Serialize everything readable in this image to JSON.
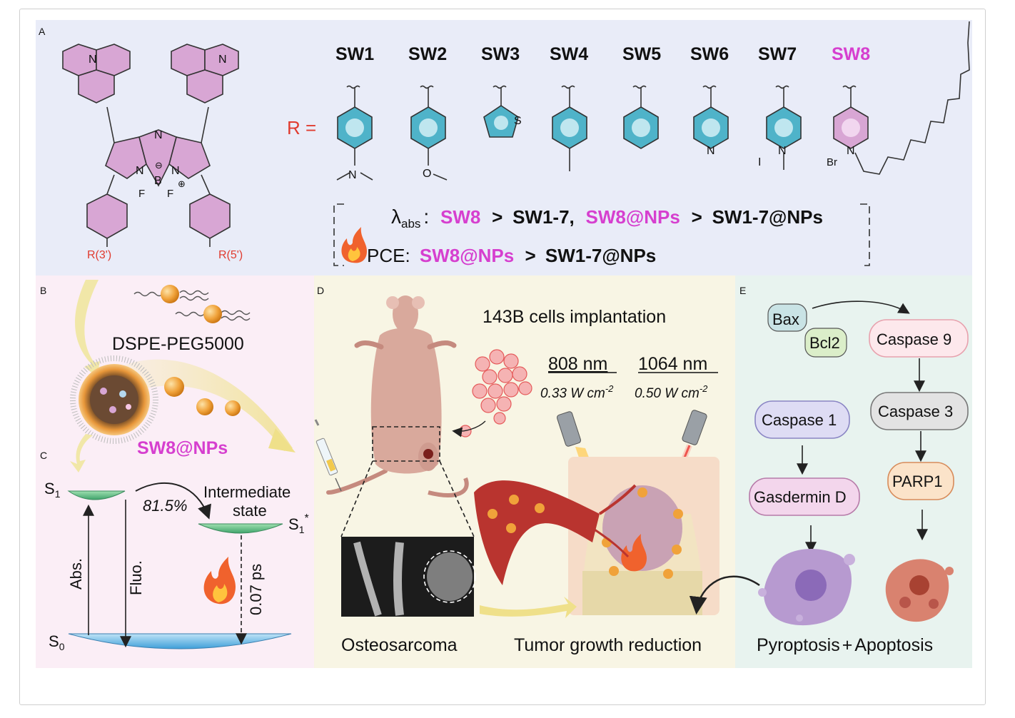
{
  "panel_labels": {
    "a": "A",
    "b": "B",
    "c": "C",
    "d": "D",
    "e": "E"
  },
  "panelA": {
    "n_top_left": "N",
    "n_top_right": "N",
    "n_core": "N",
    "n_left": "N",
    "n_right": "N",
    "b": "B",
    "f1": "F",
    "f2": "F",
    "minus": "⊖",
    "plus": "⊕",
    "r3": "R(3')",
    "r5": "R(5')",
    "r_eq": "R =",
    "compounds": [
      "SW1",
      "SW2",
      "SW3",
      "SW4",
      "SW5",
      "SW6",
      "SW7",
      "SW8"
    ],
    "atoms": {
      "n1": "N",
      "o2": "O",
      "s3": "S",
      "n6": "N",
      "n7": "N",
      "i7": "I",
      "n8": "N",
      "br8": "Br"
    },
    "lambda_symbol": "λ",
    "lambda_sub": "abs",
    "colon": ":",
    "l_sw8": "SW8",
    "l_gt1": ">",
    "l_sw17": "SW1-7,",
    "l_sw8np": "SW8@NPs",
    "l_gt2": ">",
    "l_sw17np": "SW1-7@NPs",
    "pce": "PCE:",
    "p_sw8np": "SW8@NPs",
    "p_gt": ">",
    "p_sw17np": "SW1-7@NPs"
  },
  "panelB": {
    "dspe": "DSPE-PEG5000",
    "np": "SW8@NPs"
  },
  "panelC": {
    "s1": "S",
    "s1_sub": "1",
    "s0": "S",
    "s0_sub": "0",
    "s1star": "S",
    "s1star_sub": "1",
    "s1star_sup": "*",
    "percent": "81.5%",
    "intermediate": "Intermediate",
    "state": "state",
    "abs": "Abs.",
    "fluo": "Fluo.",
    "ps": "0.07 ps"
  },
  "panelD": {
    "implant": "143B cells implantation",
    "w808": "808 nm",
    "p808": "0.33 W cm",
    "p808_sup": "-2",
    "w1064": "1064 nm",
    "p1064": "0.50 W cm",
    "p1064_sup": "-2",
    "osteo": "Osteosarcoma",
    "tumor": "Tumor growth reduction"
  },
  "panelE": {
    "bax": "Bax",
    "bcl2": "Bcl2",
    "casp9": "Caspase 9",
    "casp3": "Caspase 3",
    "casp1": "Caspase 1",
    "gasd": "Gasdermin D",
    "parp1": "PARP1",
    "pyro": "Pyroptosis",
    "plus": "+",
    "apop": "Apoptosis"
  },
  "colors": {
    "panelA_bg": "#e9ecf8",
    "panelB_bg": "#fbeef6",
    "panelD_bg": "#f8f5e4",
    "panelE_bg": "#e8f3ef",
    "accent_pink": "#d63fcf",
    "accent_red": "#e03b2f"
  },
  "icons": [
    "flame-icon",
    "syringe-icon",
    "mouse-icon",
    "laser-icon",
    "cell-icon"
  ]
}
